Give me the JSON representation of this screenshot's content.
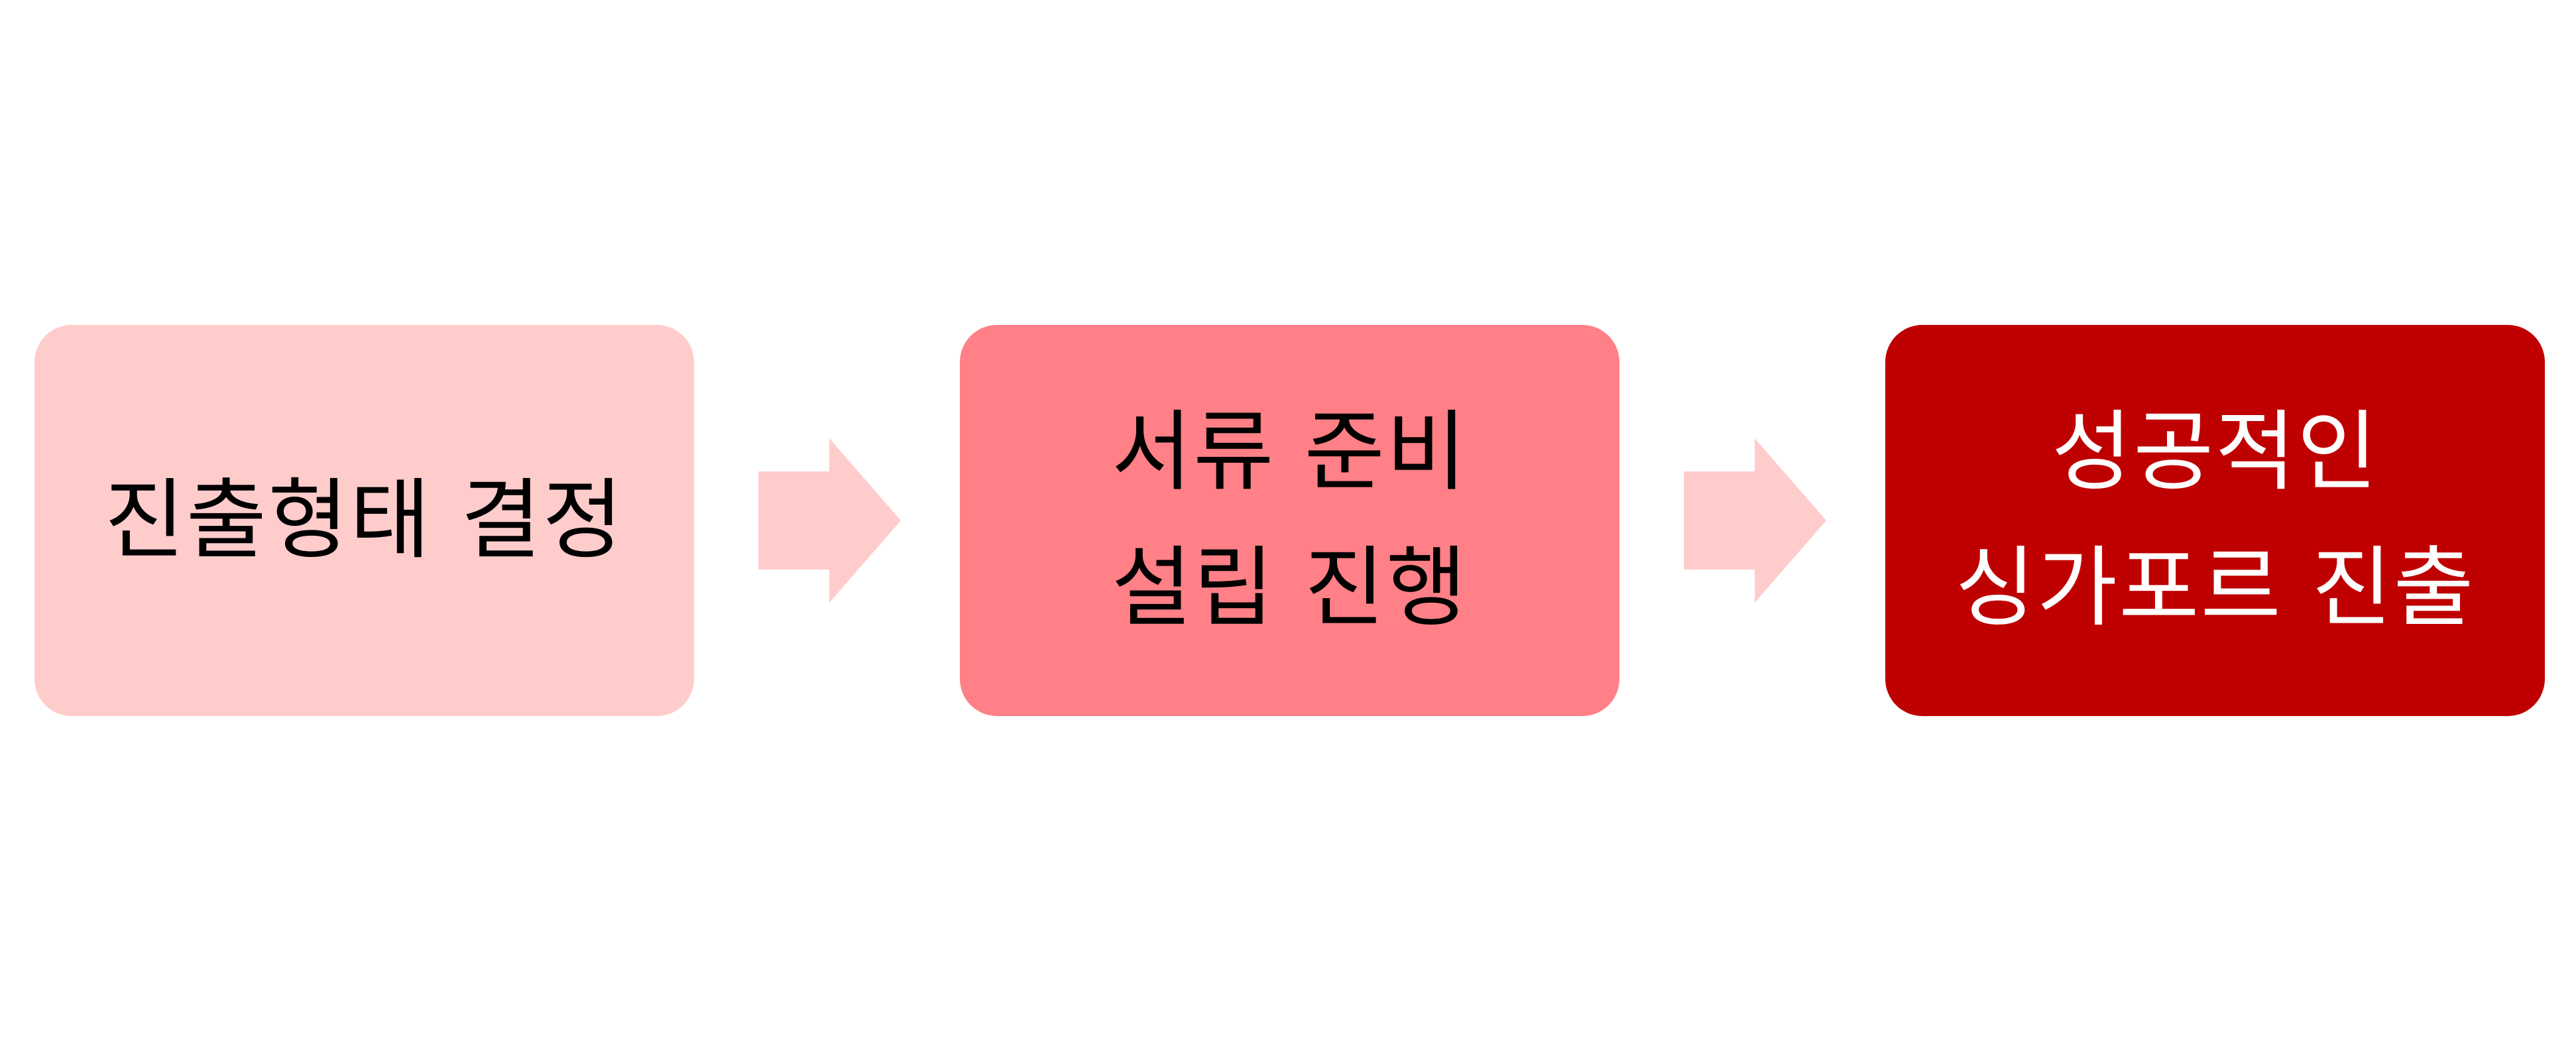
{
  "colors": {
    "step1_fill": "#ffcccc",
    "step2_fill": "#ff8086",
    "step3_fill": "#bf0000",
    "arrow_fill": "#ffcccc",
    "dark_text": "#000000",
    "light_text": "#ffffff"
  },
  "steps": [
    {
      "lines": [
        "진출형태 결정"
      ]
    },
    {
      "lines": [
        "서류 준비",
        "설립 진행"
      ]
    },
    {
      "lines": [
        "성공적인",
        "싱가포르 진출"
      ]
    }
  ],
  "connectors": [
    "right-arrow",
    "right-arrow"
  ]
}
